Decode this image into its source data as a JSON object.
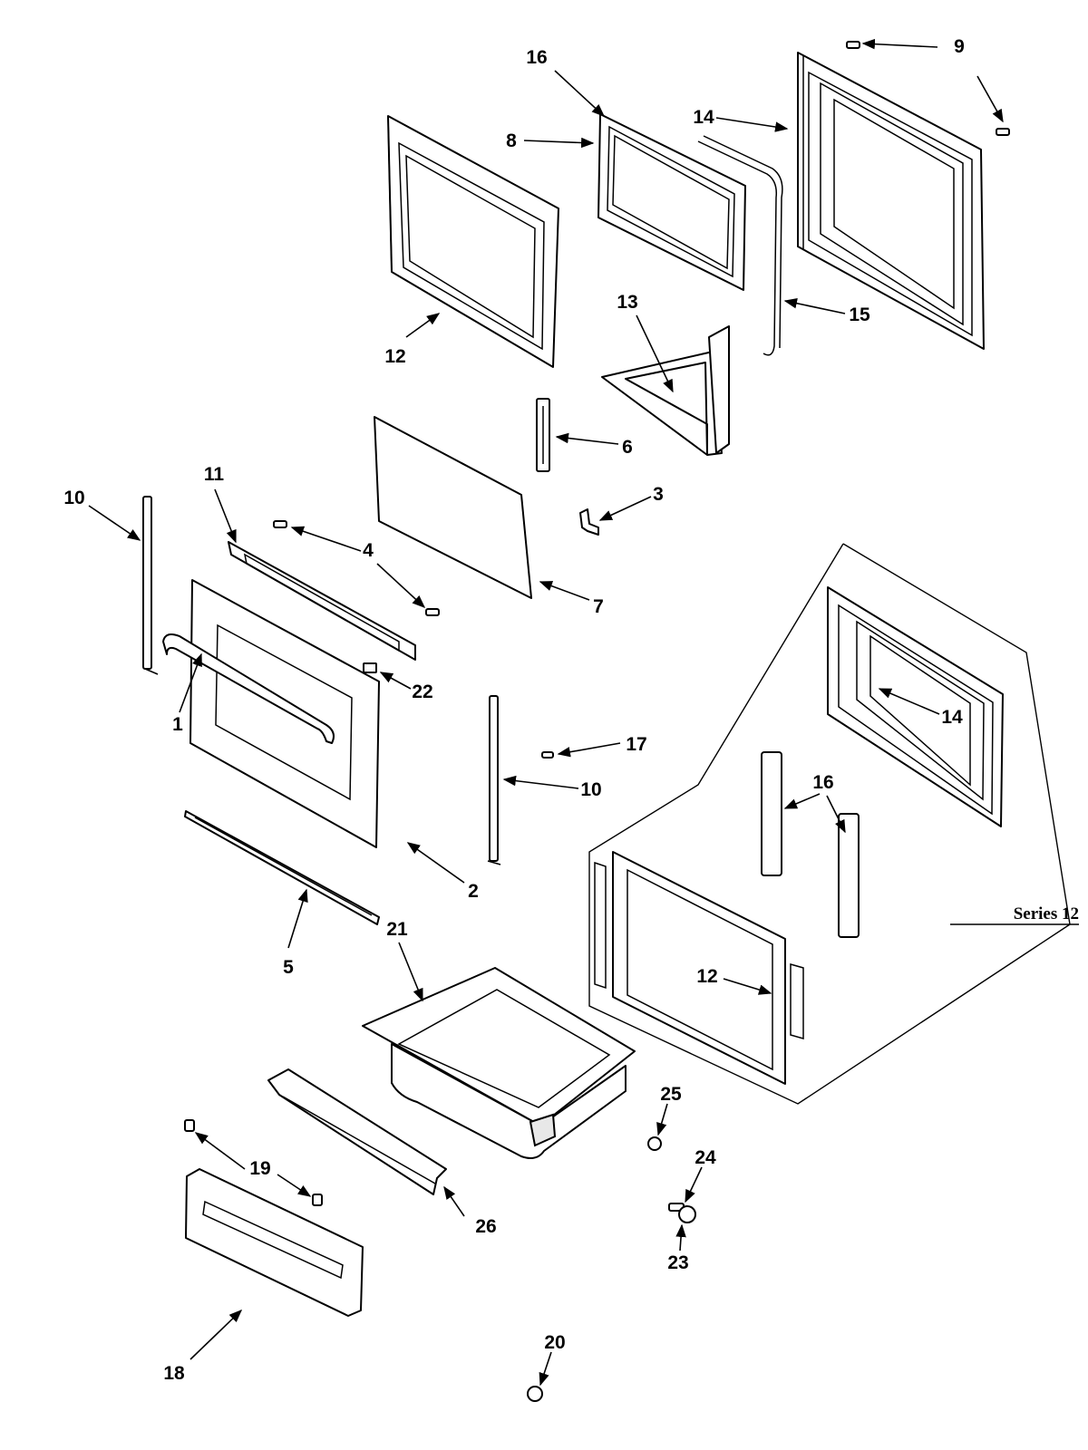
{
  "callouts": {
    "c1": "1",
    "c2": "2",
    "c3": "3",
    "c4": "4",
    "c5": "5",
    "c6": "6",
    "c7": "7",
    "c8": "8",
    "c9": "9",
    "c10a": "10",
    "c10b": "10",
    "c11": "11",
    "c12a": "12",
    "c12b": "12",
    "c13": "13",
    "c14a": "14",
    "c14b": "14",
    "c15": "15",
    "c16a": "16",
    "c16b": "16",
    "c17": "17",
    "c18": "18",
    "c19": "19",
    "c20": "20",
    "c21": "21",
    "c22": "22",
    "c23": "23",
    "c24": "24",
    "c25": "25",
    "c26": "26"
  },
  "inset": {
    "label": "Series 12"
  },
  "colors": {
    "line": "#000000",
    "background": "#ffffff",
    "part_fill": "#ffffff",
    "shade": "#e8e8e8"
  }
}
